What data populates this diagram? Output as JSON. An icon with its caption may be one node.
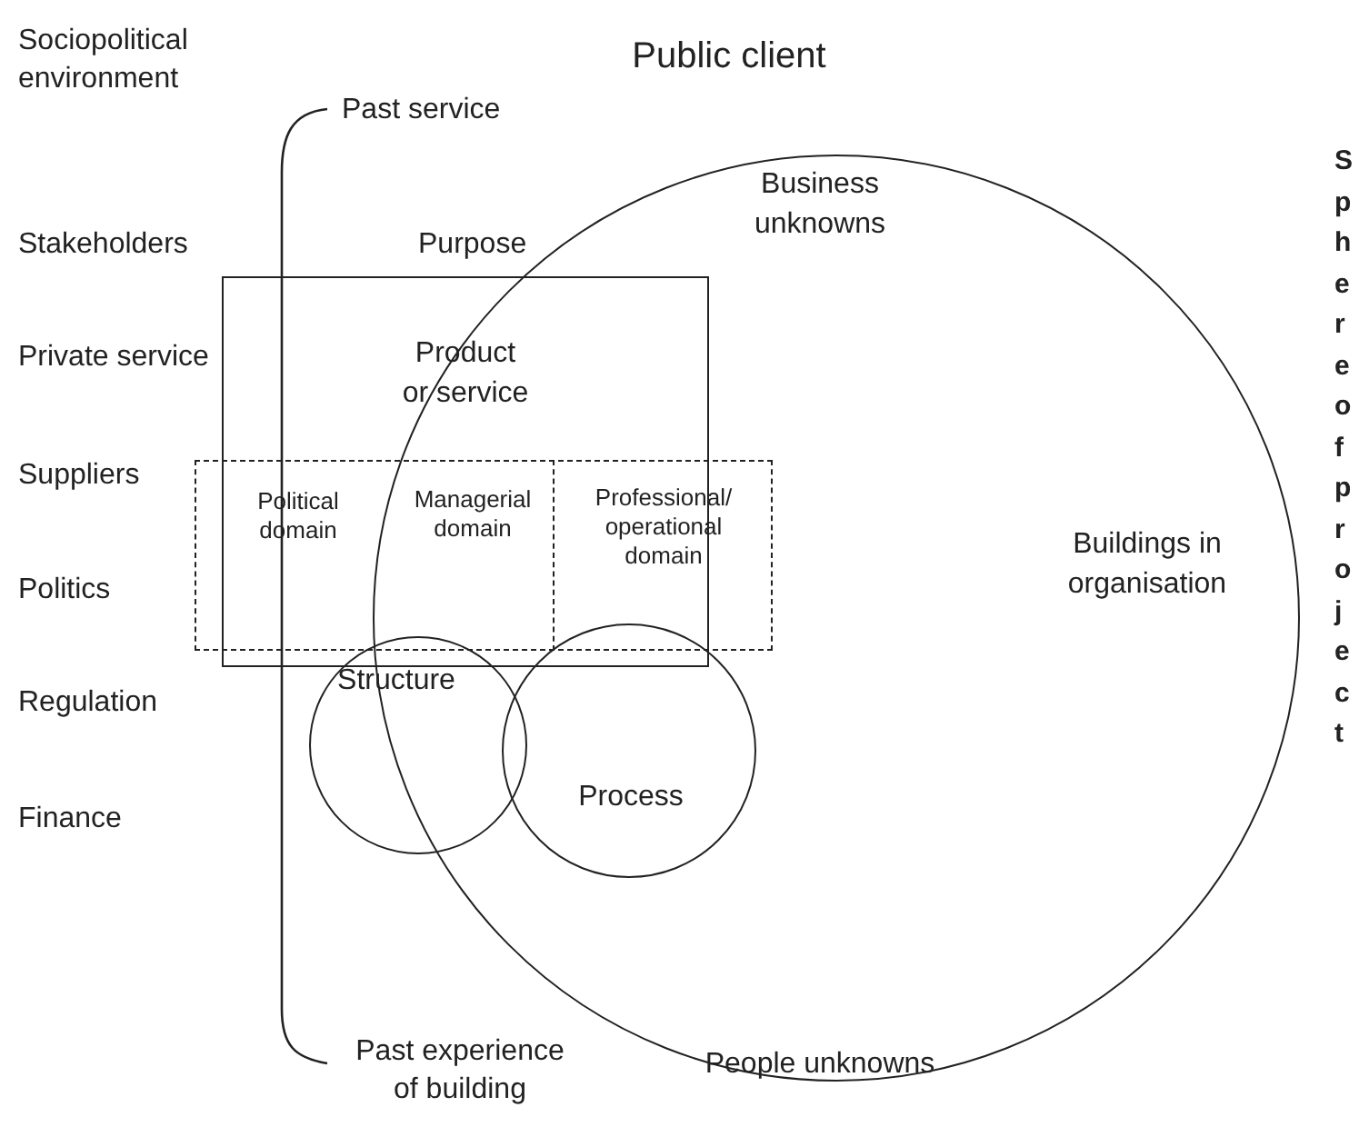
{
  "diagram": {
    "nodes": [
      {
        "text": [
          "Public client",
          "Business unknowns",
          "Buildings in organisation",
          "People unknowns"
        ]
      },
      {
        "text": [
          "Product or service"
        ]
      },
      {
        "text": [],
        "shape": "box"
      },
      {
        "text": [
          "Political domain"
        ],
        "in": 2
      },
      {
        "text": [
          "Managerial domain"
        ]
      },
      {
        "text": [
          "Professional/ operational domain"
        ]
      },
      {
        "text": [
          "Structure"
        ]
      },
      {
        "text": [
          "Process"
        ],
        "in": 0
      }
    ],
    "edges": [],
    "labels": [
      "Sociopolitical environment",
      "Past service",
      "Purpose",
      "Stakeholders",
      "Private service",
      "Suppliers",
      "Politics",
      "Regulation",
      "Finance",
      "Past experience of building",
      "Sphere of project"
    ]
  }
}
